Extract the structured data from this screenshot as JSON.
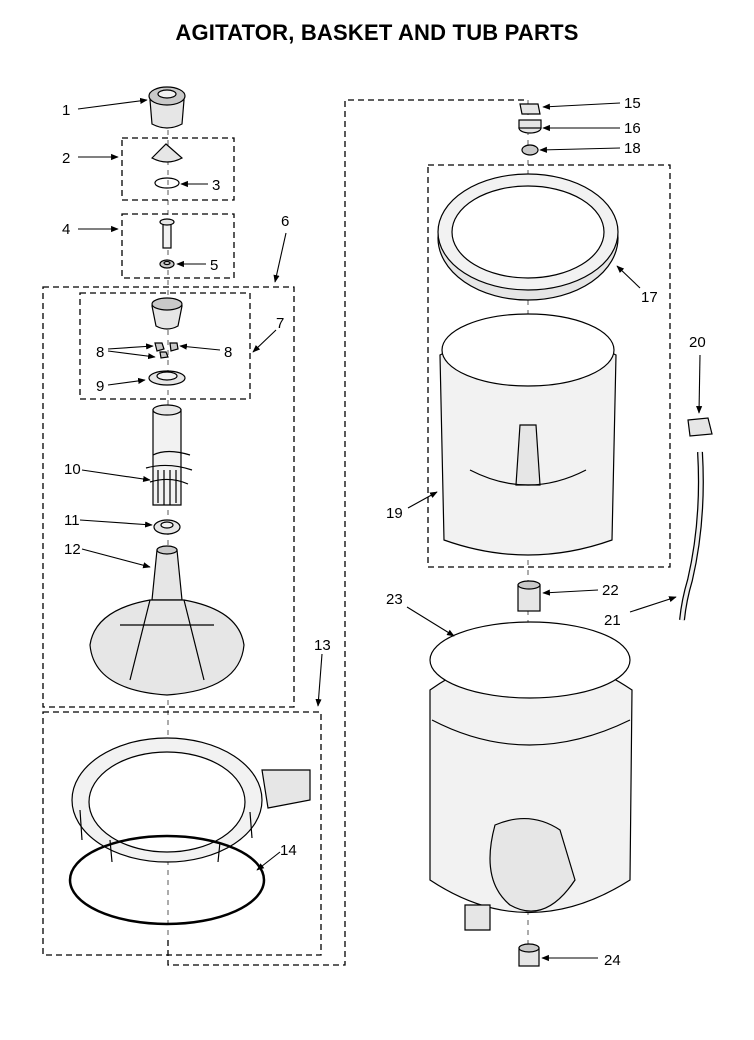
{
  "title": "AGITATOR, BASKET AND TUB PARTS",
  "callouts": {
    "n1": "1",
    "n2": "2",
    "n3": "3",
    "n4": "4",
    "n5": "5",
    "n6": "6",
    "n7": "7",
    "n8a": "8",
    "n8b": "8",
    "n9": "9",
    "n10": "10",
    "n11": "11",
    "n12": "12",
    "n13": "13",
    "n14": "14",
    "n15": "15",
    "n16": "16",
    "n17": "17",
    "n18": "18",
    "n19": "19",
    "n20": "20",
    "n21": "21",
    "n22": "22",
    "n23": "23",
    "n24": "24"
  }
}
